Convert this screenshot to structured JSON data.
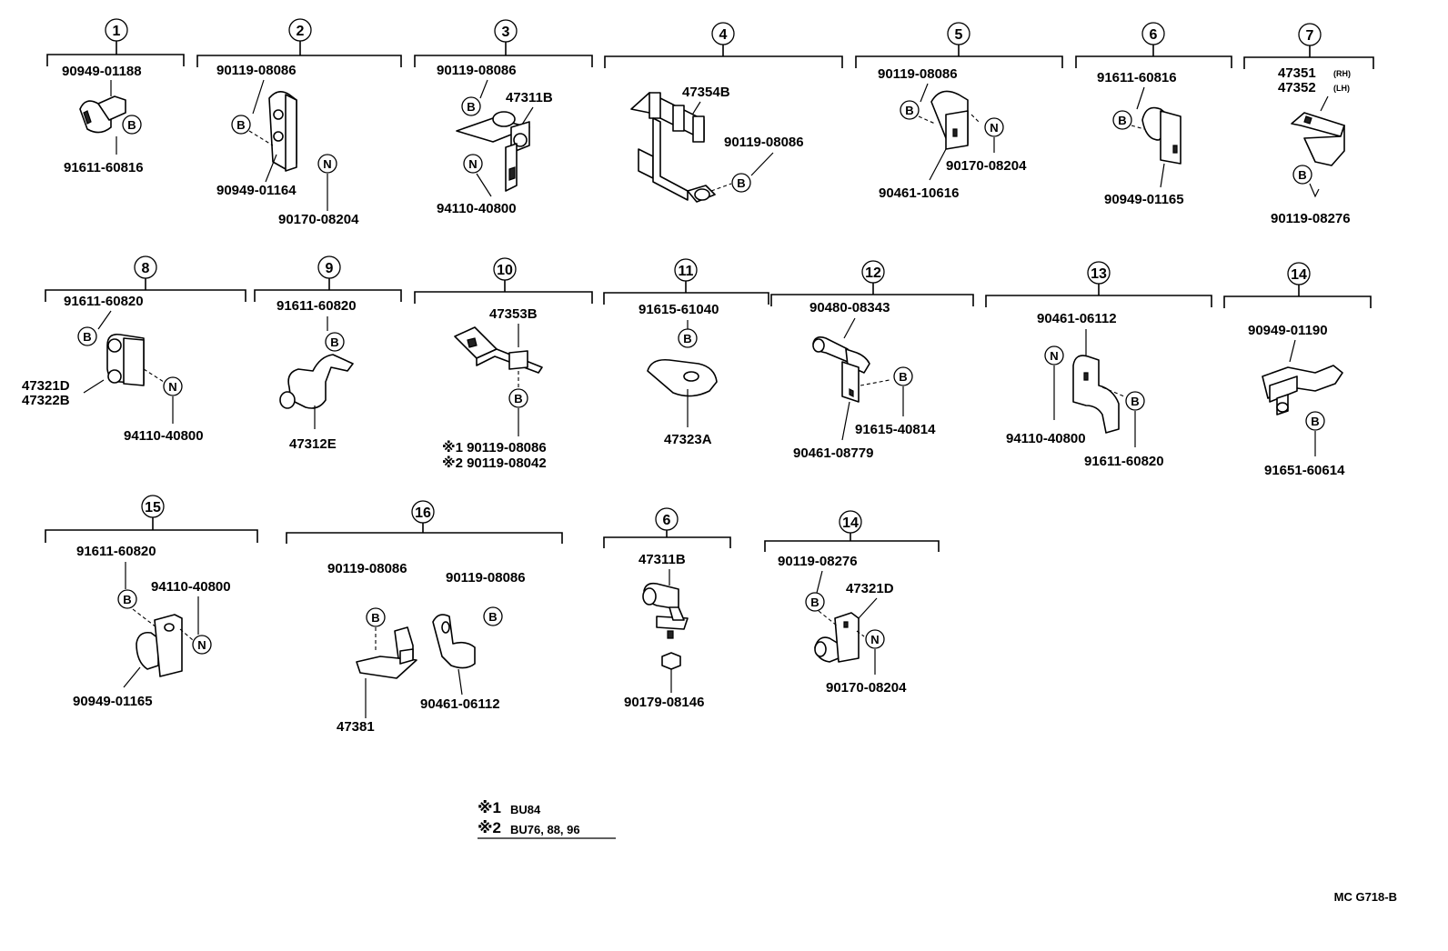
{
  "groups": [
    "1",
    "2",
    "3",
    "4",
    "5",
    "6",
    "7",
    "8",
    "9",
    "10",
    "11",
    "12",
    "13",
    "14",
    "15",
    "16",
    "6",
    "14"
  ],
  "markers": {
    "bolt": "B",
    "nut": "N"
  },
  "parts": {
    "g1": [
      "90949-01188",
      "91611-60816"
    ],
    "g2": [
      "90119-08086",
      "90949-01164",
      "90170-08204"
    ],
    "g3": [
      "90119-08086",
      "47311B",
      "94110-40800"
    ],
    "g4": [
      "47354B",
      "90119-08086"
    ],
    "g5": [
      "90119-08086",
      "90170-08204",
      "90461-10616"
    ],
    "g6": [
      "91611-60816",
      "90949-01165"
    ],
    "g7": [
      "47351",
      "(RH)",
      "47352",
      "(LH)",
      "90119-08276"
    ],
    "g8": [
      "91611-60820",
      "47321D",
      "47322B",
      "94110-40800"
    ],
    "g9": [
      "91611-60820",
      "47312E"
    ],
    "g10": [
      "47353B",
      "※1 90119-08086",
      "※2 90119-08042"
    ],
    "g11": [
      "91615-61040",
      "47323A"
    ],
    "g12": [
      "90480-08343",
      "91615-40814",
      "90461-08779"
    ],
    "g13": [
      "90461-06112",
      "94110-40800",
      "91611-60820"
    ],
    "g14": [
      "90949-01190",
      "91651-60614"
    ],
    "g15": [
      "91611-60820",
      "94110-40800",
      "90949-01165"
    ],
    "g16": [
      "90119-08086",
      "90119-08086",
      "90461-06112",
      "47381"
    ],
    "g6b": [
      "47311B",
      "90179-08146"
    ],
    "g14b": [
      "90119-08276",
      "47321D",
      "90170-08204"
    ]
  },
  "footnotes": {
    "line1_mark": "※1",
    "line1_text": "BU84",
    "line2_mark": "※2",
    "line2_text": "BU76, 88, 96"
  },
  "drawing_code": "MC G718-B"
}
